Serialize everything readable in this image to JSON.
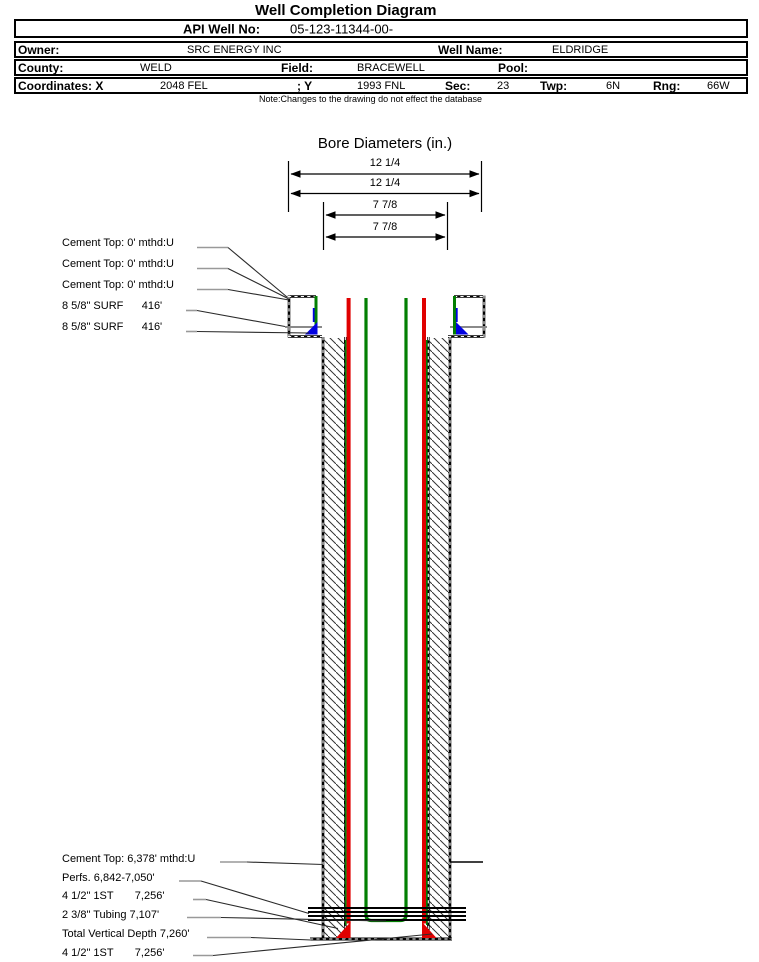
{
  "page_title": "Well Completion Diagram",
  "header_table": {
    "api_label": "API Well No:",
    "api_value": "05-123-11344-00-",
    "owner_label": "Owner:",
    "owner_value": "SRC ENERGY INC",
    "well_name_label": "Well Name:",
    "well_name_value": "ELDRIDGE",
    "county_label": "County:",
    "county_value": "WELD",
    "field_label": "Field:",
    "field_value": "BRACEWELL",
    "pool_label": "Pool:",
    "pool_value": "",
    "coordinates_label": "Coordinates: X",
    "x_value": "2048 FEL",
    "y_label": "; Y",
    "y_value": "1993 FNL",
    "sec_label": "Sec:",
    "sec_value": "23",
    "twp_label": "Twp:",
    "twp_value": "6N",
    "rng_label": "Rng:",
    "rng_value": "66W"
  },
  "note": "Note:Changes to the drawing do not effect the database",
  "bore_diameters": {
    "title": "Bore Diameters (in.)",
    "values": [
      "12 1/4",
      "12 1/4",
      "7 7/8",
      "7 7/8"
    ]
  },
  "annotations": {
    "top": [
      "Cement Top: 0' mthd:U",
      "Cement Top: 0' mthd:U",
      "Cement Top: 0' mthd:U",
      "8 5/8\" SURF      416'",
      "8 5/8\" SURF      416'"
    ],
    "bottom": [
      "Cement Top: 6,378' mthd:U",
      "Perfs. 6,842-7,050'",
      "4 1/2\" 1ST       7,256'",
      "2 3/8\" Tubing 7,107'",
      "Total Vertical Depth 7,260'",
      "4 1/2\" 1ST       7,256'"
    ]
  },
  "colors": {
    "casing_red": "#e00000",
    "tubing_green": "#027f02",
    "cement_blue": "#0202e0"
  }
}
